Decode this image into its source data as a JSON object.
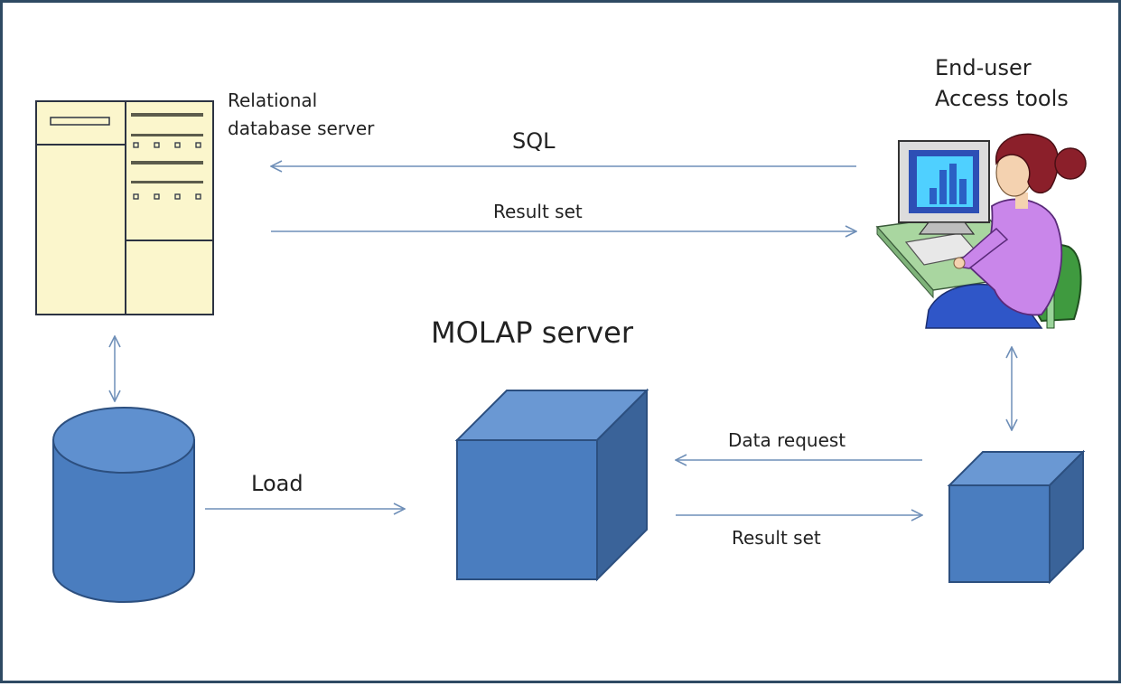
{
  "labels": {
    "relational_db_line1": "Relational",
    "relational_db_line2": "database server",
    "end_user_line1": "End-user",
    "end_user_line2": "Access tools",
    "sql": "SQL",
    "result_set_top": "Result set",
    "molap_server": "MOLAP server",
    "load": "Load",
    "data_request": "Data request",
    "result_set_bottom": "Result set"
  },
  "colors": {
    "frame": "#2e4a63",
    "arrow": "#6f8fb8",
    "cube_front": "#4a7dbf",
    "cube_top": "#6a98d3",
    "cube_side": "#3a6399",
    "cube_edge": "#2c4f7f",
    "server_fill": "#fbf6cc",
    "server_line": "#2c3342"
  },
  "icons": [
    "server-rack-icon",
    "database-cylinder-icon",
    "molap-cube-icon",
    "client-cube-icon",
    "end-user-computer-icon"
  ]
}
